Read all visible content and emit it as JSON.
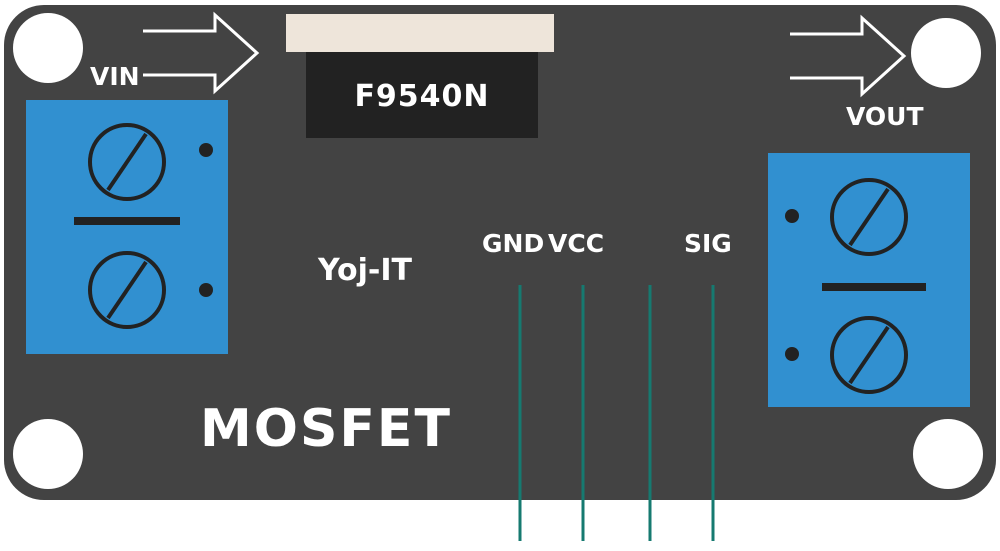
{
  "colors": {
    "board": "#434343",
    "terminal": "#3190d0",
    "chip": "#222222",
    "tab": "#eee5da",
    "pin": "#167a70",
    "text": "#ffffff"
  },
  "labels": {
    "vin": "VIN",
    "vout": "VOUT",
    "chip": "F9540N",
    "brand": "Yoj-IT",
    "title": "MOSFET",
    "pin_gnd": "GND",
    "pin_vcc": "VCC",
    "pin_sig": "SIG"
  },
  "icons": {
    "vin_arrow": "arrow-right-outline-icon",
    "vout_arrow": "arrow-right-outline-icon",
    "screw": "slotted-screw-icon"
  }
}
